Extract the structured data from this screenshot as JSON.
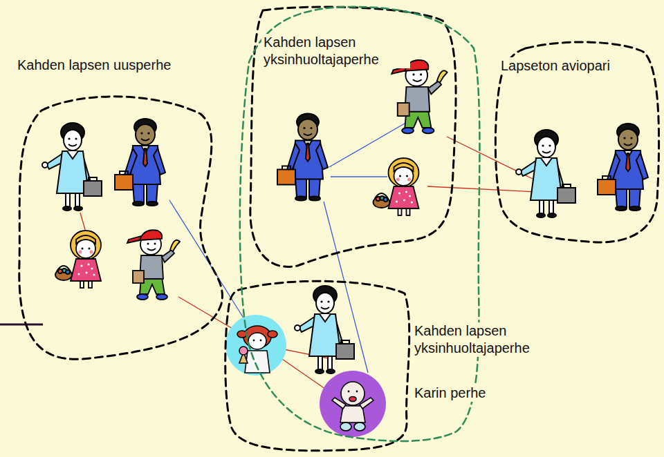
{
  "diagram": {
    "nodes": [
      {
        "text": [
          "Kahden lapsen uusperhe"
        ]
      },
      {
        "text": [
          "Kahden lapsen yksinhuoltajaperhe"
        ]
      },
      {
        "text": [
          "Lapseton aviopari"
        ]
      },
      {
        "text": [
          "Kahden lapsen yksinhuoltajaperhe"
        ]
      },
      {
        "text": [
          "Karin perhe"
        ]
      }
    ]
  }
}
